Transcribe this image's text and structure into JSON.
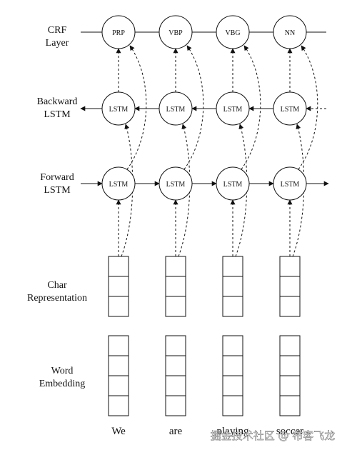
{
  "layers": {
    "crf": [
      "CRF",
      "Layer"
    ],
    "backward": [
      "Backward",
      "LSTM"
    ],
    "forward": [
      "Forward",
      "LSTM"
    ],
    "char": [
      "Char",
      "Representation"
    ],
    "word": [
      "Word",
      "Embedding"
    ]
  },
  "crf_tags": [
    "PRP",
    "VBP",
    "VBG",
    "NN"
  ],
  "lstm_label": "LSTM",
  "words": [
    "We",
    "are",
    "playing",
    "soccer"
  ],
  "watermark": "掘金技术社区 @ 布客飞龙",
  "colors": {
    "stroke": "#111111",
    "background": "#ffffff"
  }
}
